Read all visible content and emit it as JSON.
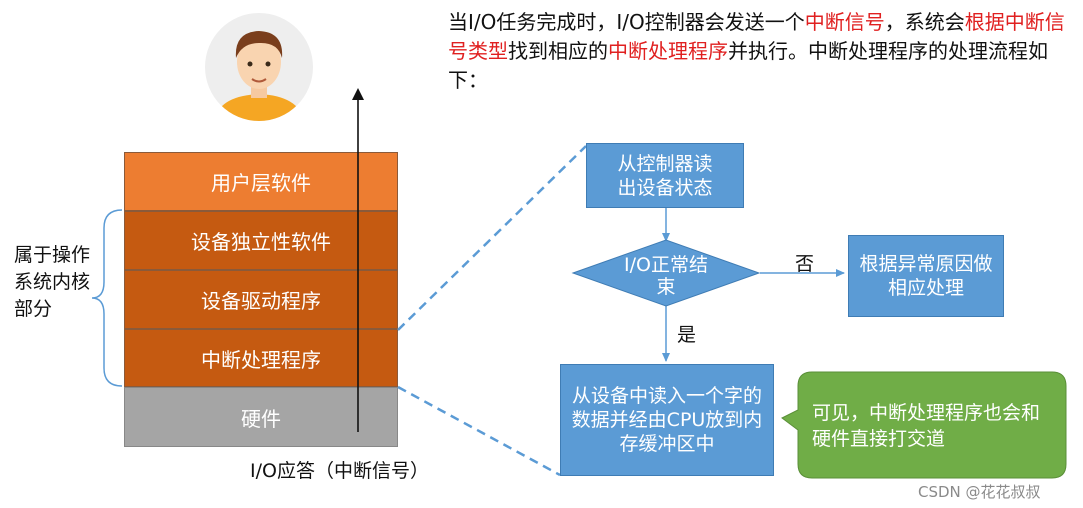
{
  "intro": {
    "part1": "当I/O任务完成时，I/O控制器会发送一个",
    "hl1": "中断信号",
    "part2": "，系统会",
    "hl2": "根据中断信号类型",
    "part3": "找到相应的",
    "hl3": "中断处理程序",
    "part4": "并执行。中断处理程序的处理流程如下："
  },
  "colors": {
    "highlight": "#e02020",
    "layer_top": "#ed7d31",
    "layer_kernel": "#c55a11",
    "layer_hw": "#a5a5a5",
    "flow_box": "#5b9bd5",
    "callout": "#70ad47"
  },
  "layers": [
    "用户层软件",
    "设备独立性软件",
    "设备驱动程序",
    "中断处理程序",
    "硬件"
  ],
  "brace_label": "属于操作系统内核部分",
  "arrow_label": "I/O应答（中断信号）",
  "flow": {
    "step1": "从控制器读出设备状态",
    "decision": "I/O正常结束",
    "no_label": "否",
    "no_action": "根据异常原因做相应处理",
    "yes_label": "是",
    "step2": "从设备中读入一个字的数据并经由CPU放到内存缓冲区中"
  },
  "callout": "可见，中断处理程序也会和硬件直接打交道",
  "watermark": "CSDN @花花叔叔",
  "avatar_icon": "person-avatar-icon"
}
